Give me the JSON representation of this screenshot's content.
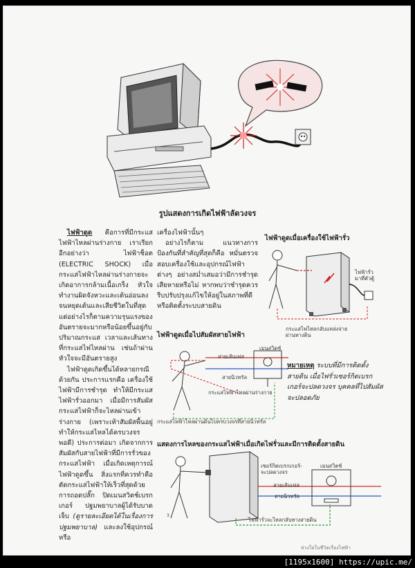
{
  "main_caption": "รูปแสดงการเกิดไฟฟ้าลัดวงจร",
  "col1": {
    "term": "ไฟฟ้าดูด",
    "p1_rest": " คือการที่มีกระแสไฟฟ้าไหลผ่านร่างกาย เราเรียกอีกอย่างว่า ไฟฟ้าช็อต (ELECTRIC SHOCK) เมื่อกระแสไฟฟ้าไหลผ่านร่างกายจะเกิดอาการกล้ามเนื้อเกร็ง หัวใจทำงานผิดจังหวะและเต้นอ่อนลงจนหยุดเต้นและเสียชีวิตในที่สุด แต่อย่างไรก็ตามความรุนแรงของอันตรายจะมากหรือน้อยขึ้นอยู่กับปริมาณกระแส เวลาและเส้นทางที่กระแสไฟไหลผ่าน เช่นถ้าผ่านหัวใจจะมีอันตรายสูง",
    "p2_a": "ไฟฟ้าดูดเกิดขึ้นได้หลายกรณีด้วยกัน ประการแรกคือ เครื่องใช้ไฟฟ้ามีการชำรุด ทำให้มีกระแสไฟฟ้ารั่วออกมา เมื่อมีการสัมผัสกระแสไฟฟ้าก็จะไหลผ่านเข้าร่างกาย (เพราะเท้าสัมผัสพื้นอยู่ทำให้กระแสไหลได้ครบวงจรพอดี) ประการต่อมา เกิดจากการสัมผัสกับสายไฟฟ้าที่มีการรั่วของกระแสไฟฟ้า เมื่อเกิดเหตุการณ์ไฟฟ้าดูดขึ้น สิ่งแรกที่ควรทำคือตัดกระแสไฟฟ้าให้เร็วที่สุดด้วยการถอดปลั๊ก ปิดเมนสวิตช์เบรกเกอร์ ปฐมพยาบาลผู้ได้รับบาดเจ็บ ",
    "p2_ital": "(ดูรายละเอียดได้ในเรื่องการปฐมพยาบาล)",
    "p2_b": " และลงใช้อุปกรณ์หรือ"
  },
  "col2": {
    "p1": "เครื่องไฟฟ้านั้นๆ",
    "p2": "อย่างไรก็ตาม แนวทางการป้องกันที่สำคัญที่สุดก็คือ หมั่นตรวจสอบเครื่องใช้และอุปกรณ์ไฟฟ้าต่างๆ อย่างสม่ำเสมอว่ามีการชำรุดเสียหายหรือไม่ หากพบว่าชำรุดควรรีบปรับปรุงแก้ไขให้อยู่ในสภาพที่ดี หรือติดตั้งระบบสายดิน"
  },
  "fig1": {
    "title": "ไฟฟ้าดูดเมื่อเครื่องใช้ไฟฟ้ารั่ว",
    "label_leak": "ไฟฟ้ารั่ว\nมาที่ตัวตู้",
    "label_flow": "กระแสไฟไหลกลับแหล่งจ่าย\nผ่านทางดิน"
  },
  "fig2": {
    "title": "ไฟฟ้าดูดเมื่อไปสัมผัสสายไฟฟ้า",
    "label_main_switch": "เมนสวิตช์",
    "label_live": "สายเส้นเฟส",
    "label_neutral": "สายนิวทรัล",
    "label_body": "กระแสไฟฟ้าไหลผ่านร่างกาย",
    "label_ground": "กระแสไฟฟ้าไหลผ่านดินไปครบวงจรที่สายนิวทรัล"
  },
  "note": {
    "label": "หมายเหตุ",
    "text": " ระบบที่มีการติดตั้งสายดิน เมื่อไฟรั่วเซอร์กิตเบรกเกอร์จะปลดวงจร บุคคลที่ไปสัมผัสจะปลอดภัย"
  },
  "fig3": {
    "title": "แสดงการไหลของกระแสไฟฟ้าเมื่อเกิดไฟรั่วและมีการติดตั้งสายดิน",
    "label_breaker": "เซอร์กิตเบรกเกอร์-\nจะปลดวงจร",
    "label_main_switch": "เมนสวิตช์",
    "label_live": "สายเส้นเฟส",
    "label_neutral": "สายนิวทรัล",
    "label_ground": "ไฟฟ้ารั่วจะไหลกลับทางสายดิน"
  },
  "footer": "ห่วงใยในชีวิตเรื่องไฟฟ้า",
  "watermark": "[1195x1600] https://upic.me/",
  "colors": {
    "live": "#c82828",
    "neutral": "#2a58c0",
    "ground": "#2a9a3a",
    "fault": "#d21e1e"
  }
}
